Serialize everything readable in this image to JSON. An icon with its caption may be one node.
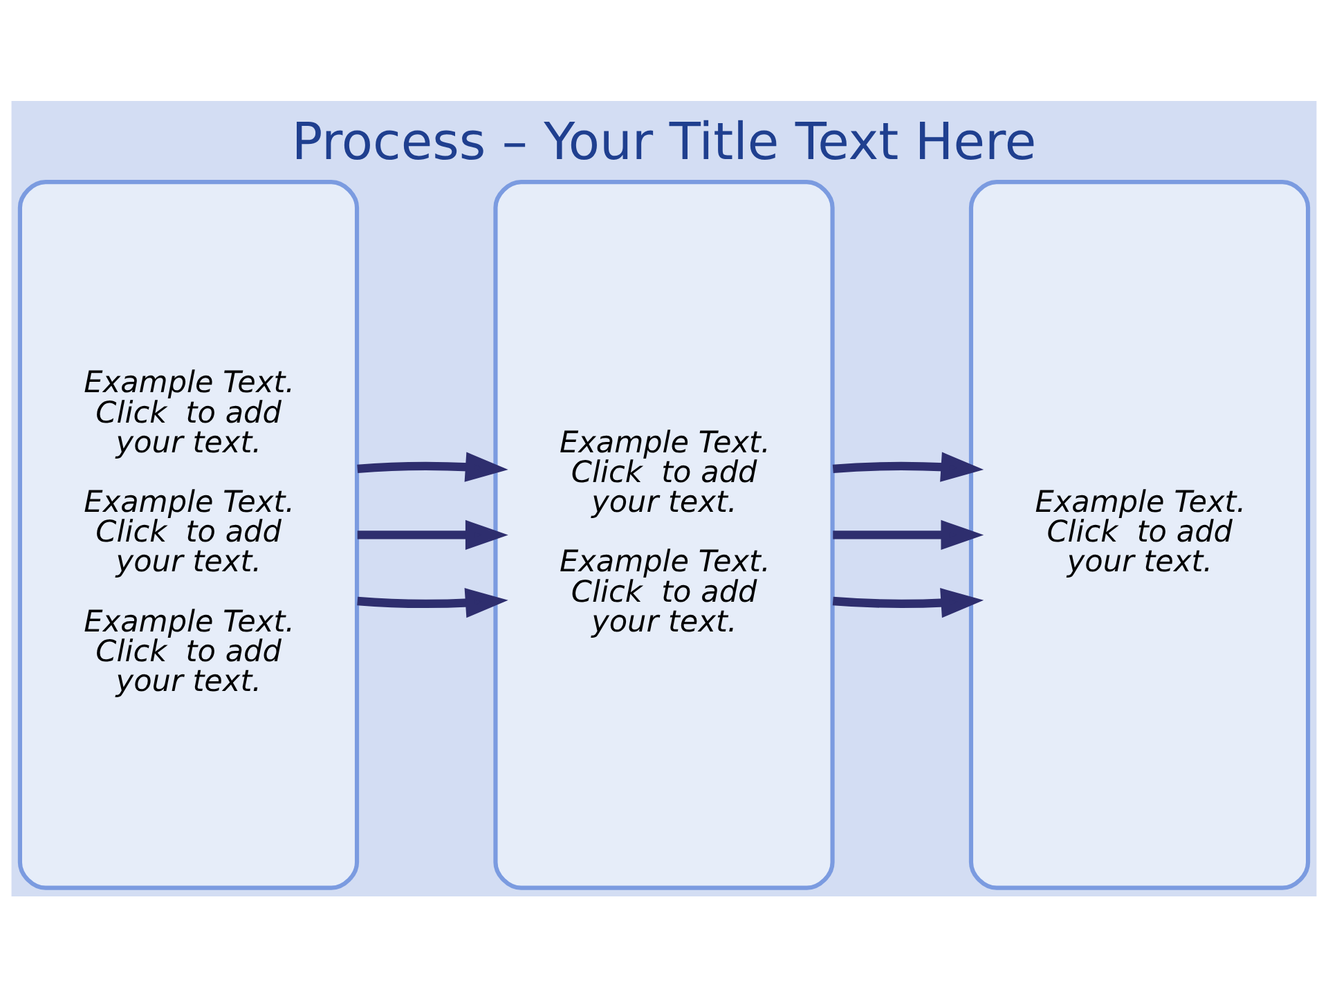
{
  "diagram": {
    "title": "Process – Your Title Text Here",
    "nodes": [
      {
        "text": [
          "Example Text. Click  to add your text.",
          "Example Text. Click  to add your text.",
          "Example Text. Click  to add your text."
        ]
      },
      {
        "text": [
          "Example Text. Click  to add your text.",
          "Example Text. Click  to add your text."
        ]
      },
      {
        "text": [
          "Example Text. Click  to add your text."
        ]
      }
    ],
    "edges": [
      {
        "from": 0,
        "to": 1,
        "arrow": "to"
      },
      {
        "from": 0,
        "to": 1,
        "arrow": "to"
      },
      {
        "from": 0,
        "to": 1,
        "arrow": "to"
      },
      {
        "from": 1,
        "to": 2,
        "arrow": "to"
      },
      {
        "from": 1,
        "to": 2,
        "arrow": "to"
      },
      {
        "from": 1,
        "to": 2,
        "arrow": "to"
      }
    ]
  }
}
